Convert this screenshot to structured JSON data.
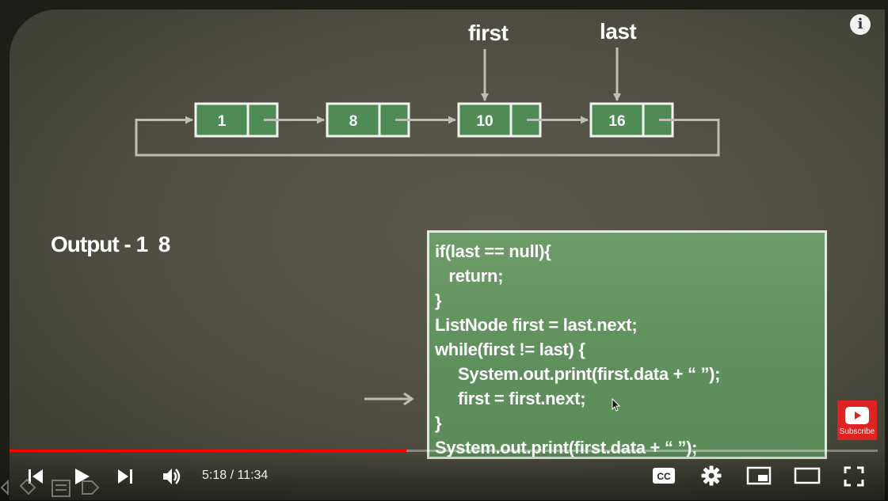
{
  "slide": {
    "nodes": [
      {
        "value": "1"
      },
      {
        "value": "8"
      },
      {
        "value": "10"
      },
      {
        "value": "16"
      }
    ],
    "pointer_first": "first",
    "pointer_last": "last",
    "output": "Output - 1  8",
    "code_lines": [
      "if(last == null){",
      "   return;",
      "}",
      "ListNode first = last.next;",
      "while(first != last) {",
      "     System.out.print(first.data + “ ”);",
      "     first = first.next;",
      "}",
      "System.out.print(first.data + “ ”);"
    ],
    "colors": {
      "node_fill": "#4f8c55",
      "node_border": "#f2f2f2",
      "arrow": "#bdbdb5",
      "code_bg": "#5f8f5c"
    }
  },
  "player": {
    "time_display": "5:18 / 11:34",
    "progress_fraction": 0.457,
    "info_label": "i",
    "subscribe_label": "Subscribe",
    "controls": [
      "previous-icon",
      "play-icon",
      "next-icon",
      "volume-icon",
      "captions-icon",
      "settings-icon",
      "miniplayer-icon",
      "theater-icon",
      "fullscreen-icon"
    ],
    "captions_text": "CC"
  }
}
